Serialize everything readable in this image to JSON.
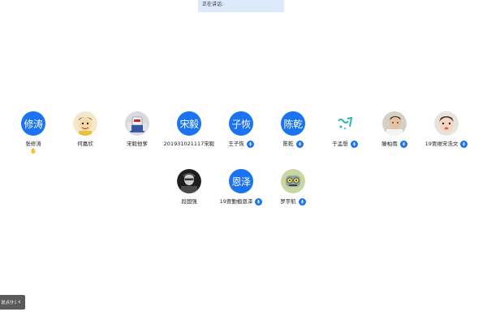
{
  "status_text": "正在讲话:",
  "participants": [
    {
      "name": "张修涛",
      "avatar_text": "修涛",
      "avatar_kind": "text",
      "mic": false,
      "raised_hand": true
    },
    {
      "name": "何嘉欣",
      "avatar_kind": "cartoon-boy-icon",
      "mic": false,
      "raised_hand": false
    },
    {
      "name": "宋毅他爹",
      "avatar_kind": "robot-photo-icon",
      "mic": false,
      "raised_hand": false
    },
    {
      "name": "201931021117宋毅",
      "avatar_text": "宋毅",
      "avatar_kind": "text",
      "mic": false,
      "raised_hand": false
    },
    {
      "name": "王子恢",
      "avatar_text": "子恢",
      "avatar_kind": "text",
      "mic": true,
      "raised_hand": false
    },
    {
      "name": "陈乾",
      "avatar_text": "陈乾",
      "avatar_kind": "text",
      "mic": true,
      "raised_hand": false
    },
    {
      "name": "于孟想",
      "avatar_kind": "sticker-text-icon",
      "mic": true,
      "raised_hand": false
    },
    {
      "name": "滕柏雨",
      "avatar_kind": "man-photo-icon",
      "mic": true,
      "raised_hand": false
    },
    {
      "name": "19贾维宋浩文",
      "avatar_kind": "baby-photo-icon",
      "mic": true,
      "raised_hand": false
    },
    {
      "name": "段国强",
      "avatar_kind": "man-dark-photo-icon",
      "mic": false,
      "raised_hand": false
    },
    {
      "name": "19贾勤植恩泽",
      "avatar_text": "恩泽",
      "avatar_kind": "text",
      "mic": true,
      "raised_hand": false
    },
    {
      "name": "罗宇航",
      "avatar_kind": "robot-cartoon-icon",
      "mic": true,
      "raised_hand": false
    }
  ],
  "chat_toggle": {
    "label": "说点什么...",
    "chevron": "‹"
  },
  "colors": {
    "accent": "#1a73f0",
    "status_bg": "#dbe9fb",
    "hand": "#f2a03c"
  }
}
